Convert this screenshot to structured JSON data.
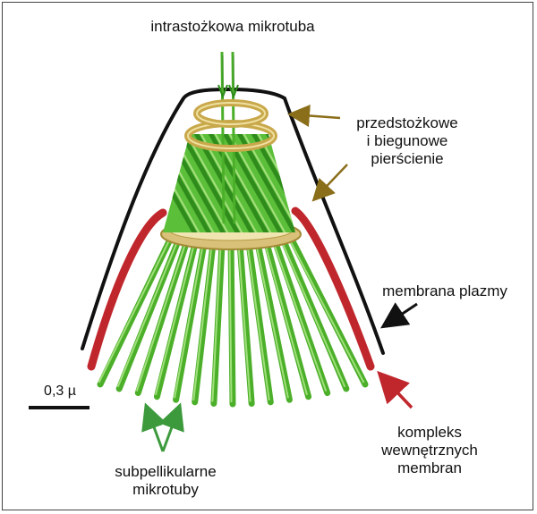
{
  "labels": {
    "top": "intrastożkowa mikrotuba",
    "rings": [
      "przedstożkowe",
      "i biegunowe",
      "pierścienie"
    ],
    "membrane": "membrana plazmy",
    "complex": [
      "kompleks",
      "wewnętrznych",
      "membran"
    ],
    "subpellicular": [
      "subpellikularne",
      "mikrotuby"
    ],
    "scale": "0,3 µ"
  },
  "colors": {
    "microtubule_green": "#4caf2a",
    "microtubule_light": "#8ed46a",
    "ring_gold": "#c8a84a",
    "ring_light": "#efe0a0",
    "inner_membrane_red": "#c0272d",
    "plasma_membrane": "#111111",
    "arrow_olive": "#8a6e1a",
    "arrow_green": "#3c9a3c"
  }
}
